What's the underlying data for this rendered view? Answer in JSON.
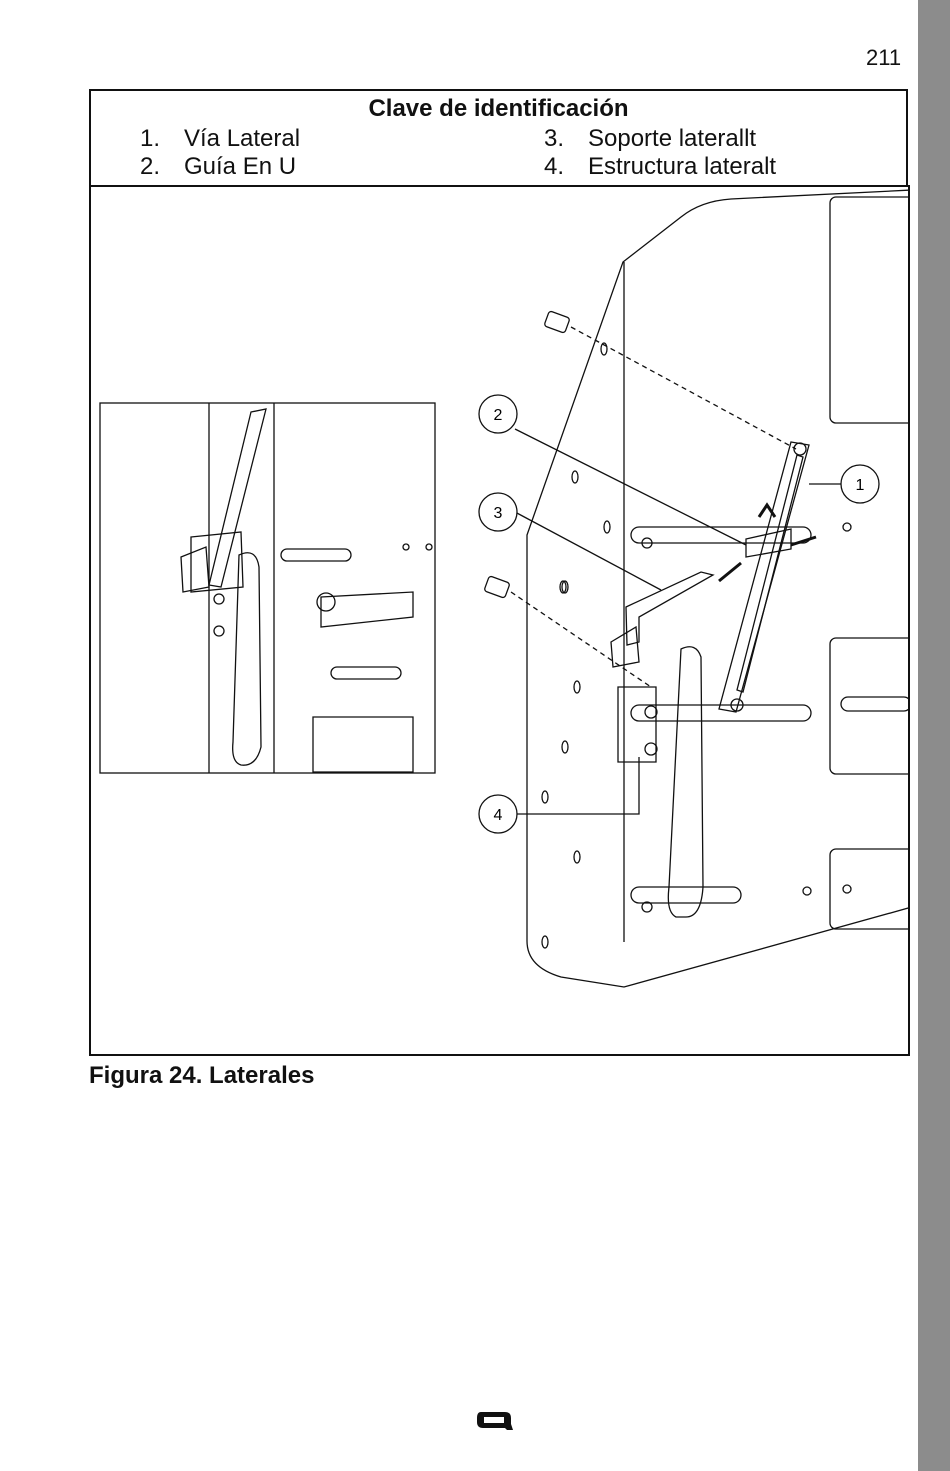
{
  "page": {
    "number": "211"
  },
  "key": {
    "title": "Clave de identificación",
    "items": [
      {
        "num": "1.",
        "label": "Vía Lateral"
      },
      {
        "num": "2.",
        "label": "Guía En U"
      },
      {
        "num": "3.",
        "label": "Soporte laterallt"
      },
      {
        "num": "4.",
        "label": "Estructura lateralt"
      }
    ]
  },
  "figure": {
    "callouts": [
      "1",
      "2",
      "3",
      "4"
    ],
    "caption": "Figura 24. Laterales"
  },
  "colors": {
    "side_tab": "#8c8c8c",
    "line": "#111111"
  },
  "icons": {
    "logo": "q-logo-icon"
  }
}
